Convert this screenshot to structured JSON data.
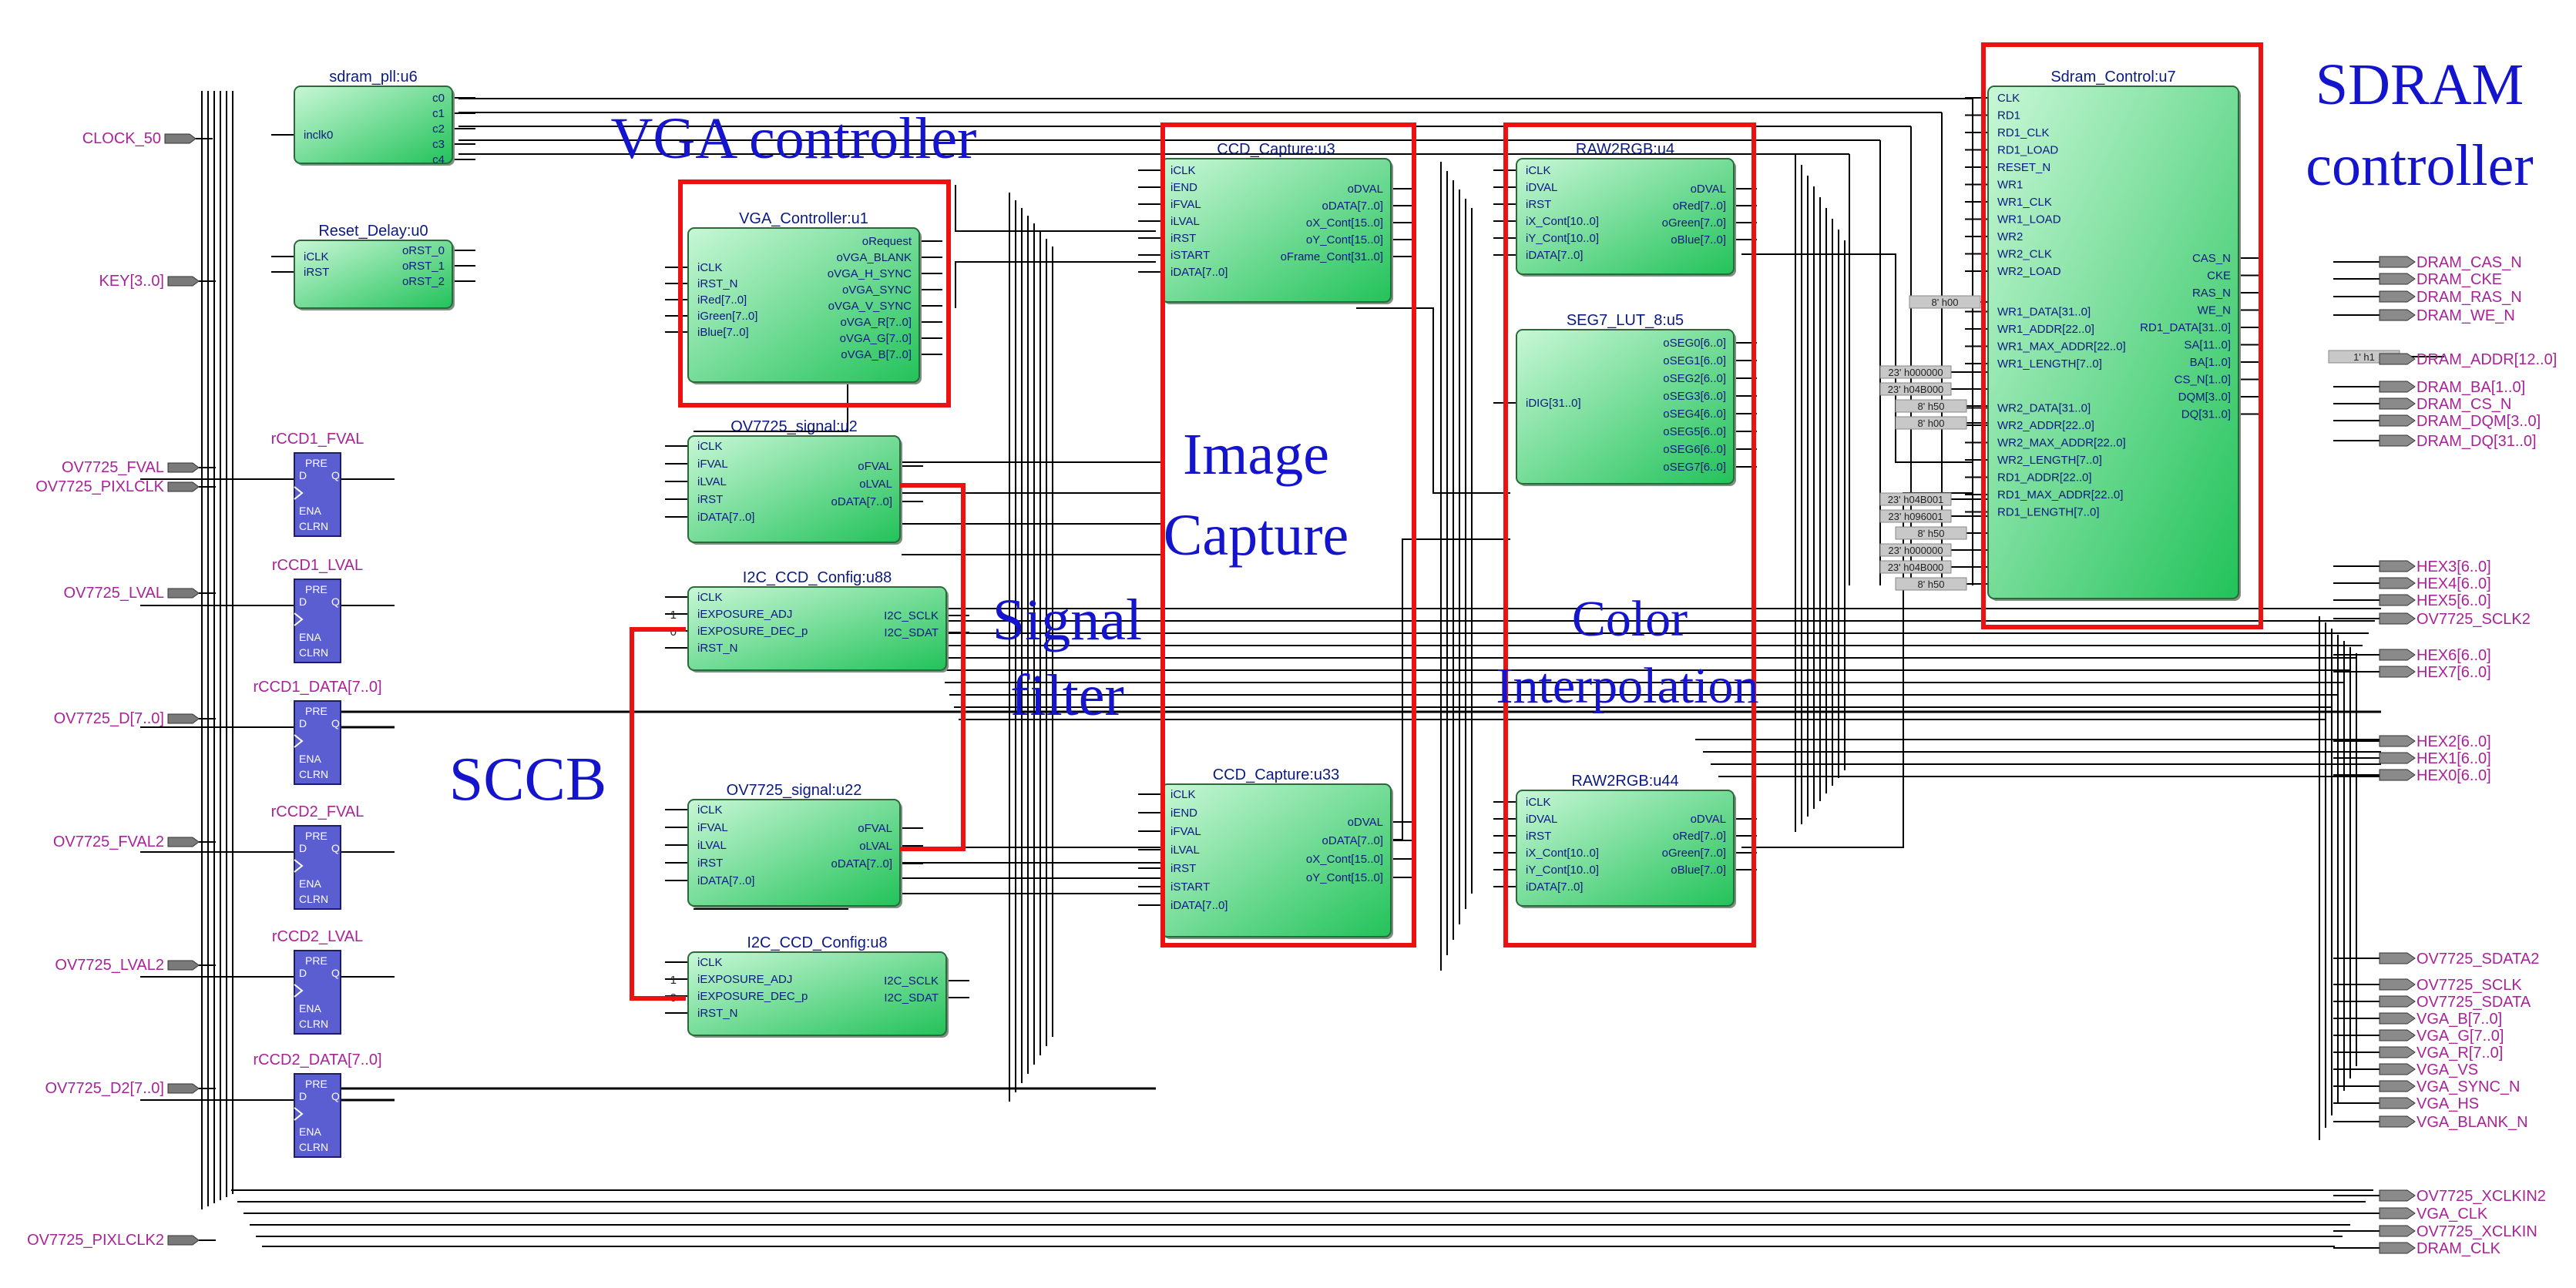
{
  "colors": {
    "pin_text": "#aa2299",
    "port_text": "#0a1a80",
    "block_fill_top": "#c8f7d6",
    "block_fill_bottom": "#22c25a",
    "block_stroke": "#2a6a3a",
    "register_fill": "#5a5ed0",
    "wire": "#000000",
    "highlight": "#ee1111",
    "annotation": "#1414cc",
    "const_box": "#c8c8c8"
  },
  "inputs": [
    {
      "name": "CLOCK_50"
    },
    {
      "name": "KEY[3..0]"
    },
    {
      "name": "OV7725_FVAL"
    },
    {
      "name": "OV7725_PIXLCLK"
    },
    {
      "name": "OV7725_LVAL"
    },
    {
      "name": "OV7725_D[7..0]"
    },
    {
      "name": "OV7725_FVAL2"
    },
    {
      "name": "OV7725_LVAL2"
    },
    {
      "name": "OV7725_D2[7..0]"
    },
    {
      "name": "OV7725_PIXLCLK2"
    }
  ],
  "registers": [
    {
      "title": "rCCD1_FVAL",
      "pins": [
        "PRE",
        "D",
        "Q",
        "ENA",
        "CLRN"
      ]
    },
    {
      "title": "rCCD1_LVAL",
      "pins": [
        "PRE",
        "D",
        "Q",
        "ENA",
        "CLRN"
      ]
    },
    {
      "title": "rCCD1_DATA[7..0]",
      "pins": [
        "PRE",
        "D",
        "Q",
        "ENA",
        "CLRN"
      ]
    },
    {
      "title": "rCCD2_FVAL",
      "pins": [
        "PRE",
        "D",
        "Q",
        "ENA",
        "CLRN"
      ]
    },
    {
      "title": "rCCD2_LVAL",
      "pins": [
        "PRE",
        "D",
        "Q",
        "ENA",
        "CLRN"
      ]
    },
    {
      "title": "rCCD2_DATA[7..0]",
      "pins": [
        "PRE",
        "D",
        "Q",
        "ENA",
        "CLRN"
      ]
    }
  ],
  "blocks": [
    {
      "title": "sdram_pll:u6",
      "inputs": [
        "inclk0"
      ],
      "outputs": [
        "c0",
        "c1",
        "c2",
        "c3",
        "c4"
      ]
    },
    {
      "title": "Reset_Delay:u0",
      "inputs": [
        "iCLK",
        "iRST"
      ],
      "outputs": [
        "oRST_0",
        "oRST_1",
        "oRST_2"
      ]
    },
    {
      "title": "VGA_Controller:u1",
      "inputs": [
        "iCLK",
        "iRST_N",
        "iRed[7..0]",
        "iGreen[7..0]",
        "iBlue[7..0]"
      ],
      "outputs": [
        "oRequest",
        "oVGA_BLANK",
        "oVGA_H_SYNC",
        "oVGA_SYNC",
        "oVGA_V_SYNC",
        "oVGA_R[7..0]",
        "oVGA_G[7..0]",
        "oVGA_B[7..0]"
      ]
    },
    {
      "title": "OV7725_signal:u2",
      "inputs": [
        "iCLK",
        "iFVAL",
        "iLVAL",
        "iRST",
        "iDATA[7..0]"
      ],
      "outputs": [
        "oFVAL",
        "oLVAL",
        "oDATA[7..0]"
      ]
    },
    {
      "title": "I2C_CCD_Config:u88",
      "inputs": [
        "iCLK",
        "iEXPOSURE_ADJ",
        "iEXPOSURE_DEC_p",
        "iRST_N"
      ],
      "outputs": [
        "I2C_SCLK",
        "I2C_SDAT"
      ]
    },
    {
      "title": "OV7725_signal:u22",
      "inputs": [
        "iCLK",
        "iFVAL",
        "iLVAL",
        "iRST",
        "iDATA[7..0]"
      ],
      "outputs": [
        "oFVAL",
        "oLVAL",
        "oDATA[7..0]"
      ]
    },
    {
      "title": "I2C_CCD_Config:u8",
      "inputs": [
        "iCLK",
        "iEXPOSURE_ADJ",
        "iEXPOSURE_DEC_p",
        "iRST_N"
      ],
      "outputs": [
        "I2C_SCLK",
        "I2C_SDAT"
      ]
    },
    {
      "title": "CCD_Capture:u3",
      "inputs": [
        "iCLK",
        "iEND",
        "iFVAL",
        "iLVAL",
        "iRST",
        "iSTART",
        "iDATA[7..0]"
      ],
      "outputs": [
        "oDVAL",
        "oDATA[7..0]",
        "oX_Cont[15..0]",
        "oY_Cont[15..0]",
        "oFrame_Cont[31..0]"
      ]
    },
    {
      "title": "CCD_Capture:u33",
      "inputs": [
        "iCLK",
        "iEND",
        "iFVAL",
        "iLVAL",
        "iRST",
        "iSTART",
        "iDATA[7..0]"
      ],
      "outputs": [
        "oDVAL",
        "oDATA[7..0]",
        "oX_Cont[15..0]",
        "oY_Cont[15..0]"
      ]
    },
    {
      "title": "RAW2RGB:u4",
      "inputs": [
        "iCLK",
        "iDVAL",
        "iRST",
        "iX_Cont[10..0]",
        "iY_Cont[10..0]",
        "iDATA[7..0]"
      ],
      "outputs": [
        "oDVAL",
        "oRed[7..0]",
        "oGreen[7..0]",
        "oBlue[7..0]"
      ]
    },
    {
      "title": "SEG7_LUT_8:u5",
      "inputs": [
        "iDIG[31..0]"
      ],
      "outputs": [
        "oSEG0[6..0]",
        "oSEG1[6..0]",
        "oSEG2[6..0]",
        "oSEG3[6..0]",
        "oSEG4[6..0]",
        "oSEG5[6..0]",
        "oSEG6[6..0]",
        "oSEG7[6..0]"
      ]
    },
    {
      "title": "RAW2RGB:u44",
      "inputs": [
        "iCLK",
        "iDVAL",
        "iRST",
        "iX_Cont[10..0]",
        "iY_Cont[10..0]",
        "iDATA[7..0]"
      ],
      "outputs": [
        "oDVAL",
        "oRed[7..0]",
        "oGreen[7..0]",
        "oBlue[7..0]"
      ]
    },
    {
      "title": "Sdram_Control:u7",
      "inputs": [
        "CLK",
        "RD1",
        "RD1_CLK",
        "RD1_LOAD",
        "RESET_N",
        "WR1",
        "WR1_CLK",
        "WR1_LOAD",
        "WR2",
        "WR2_CLK",
        "WR2_LOAD",
        "WR1_DATA[31..0]",
        "WR1_ADDR[22..0]",
        "WR1_MAX_ADDR[22..0]",
        "WR1_LENGTH[7..0]",
        "WR2_DATA[31..0]",
        "WR2_ADDR[22..0]",
        "WR2_MAX_ADDR[22..0]",
        "WR2_LENGTH[7..0]",
        "RD1_ADDR[22..0]",
        "RD1_MAX_ADDR[22..0]",
        "RD1_LENGTH[7..0]"
      ],
      "outputs": [
        "CAS_N",
        "CKE",
        "RAS_N",
        "WE_N",
        "RD1_DATA[31..0]",
        "SA[11..0]",
        "BA[1..0]",
        "CS_N[1..0]",
        "DQM[3..0]",
        "DQ[31..0]"
      ]
    }
  ],
  "constants": [
    "8' h00",
    "23' h000000",
    "23' h04B000",
    "8' h50",
    "8' h00",
    "23' h04B001",
    "23' h096001",
    "8' h50",
    "23' h000000",
    "23' h04B000",
    "8' h50",
    "1' h1"
  ],
  "const_small": [
    "1",
    "0",
    "1",
    "0"
  ],
  "outputs": [
    {
      "name": "DRAM_CAS_N"
    },
    {
      "name": "DRAM_CKE"
    },
    {
      "name": "DRAM_RAS_N"
    },
    {
      "name": "DRAM_WE_N"
    },
    {
      "name": "DRAM_ADDR[12..0]"
    },
    {
      "name": "DRAM_BA[1..0]"
    },
    {
      "name": "DRAM_CS_N"
    },
    {
      "name": "DRAM_DQM[3..0]"
    },
    {
      "name": "DRAM_DQ[31..0]"
    },
    {
      "name": "HEX3[6..0]"
    },
    {
      "name": "HEX4[6..0]"
    },
    {
      "name": "HEX5[6..0]"
    },
    {
      "name": "OV7725_SCLK2"
    },
    {
      "name": "HEX6[6..0]"
    },
    {
      "name": "HEX7[6..0]"
    },
    {
      "name": "HEX2[6..0]"
    },
    {
      "name": "HEX1[6..0]"
    },
    {
      "name": "HEX0[6..0]"
    },
    {
      "name": "OV7725_SDATA2"
    },
    {
      "name": "OV7725_SCLK"
    },
    {
      "name": "OV7725_SDATA"
    },
    {
      "name": "VGA_B[7..0]"
    },
    {
      "name": "VGA_G[7..0]"
    },
    {
      "name": "VGA_R[7..0]"
    },
    {
      "name": "VGA_VS"
    },
    {
      "name": "VGA_SYNC_N"
    },
    {
      "name": "VGA_HS"
    },
    {
      "name": "VGA_BLANK_N"
    },
    {
      "name": "OV7725_XCLKIN2"
    },
    {
      "name": "VGA_CLK"
    },
    {
      "name": "OV7725_XCLKIN"
    },
    {
      "name": "DRAM_CLK"
    }
  ],
  "annotations": [
    {
      "text": "VGA controller"
    },
    {
      "text": "SDRAM"
    },
    {
      "text": "controller"
    },
    {
      "text": "Image"
    },
    {
      "text": "Capture"
    },
    {
      "text": "Signal"
    },
    {
      "text": "filter"
    },
    {
      "text": "Color"
    },
    {
      "text": "Interpolation"
    },
    {
      "text": "SCCB"
    }
  ]
}
